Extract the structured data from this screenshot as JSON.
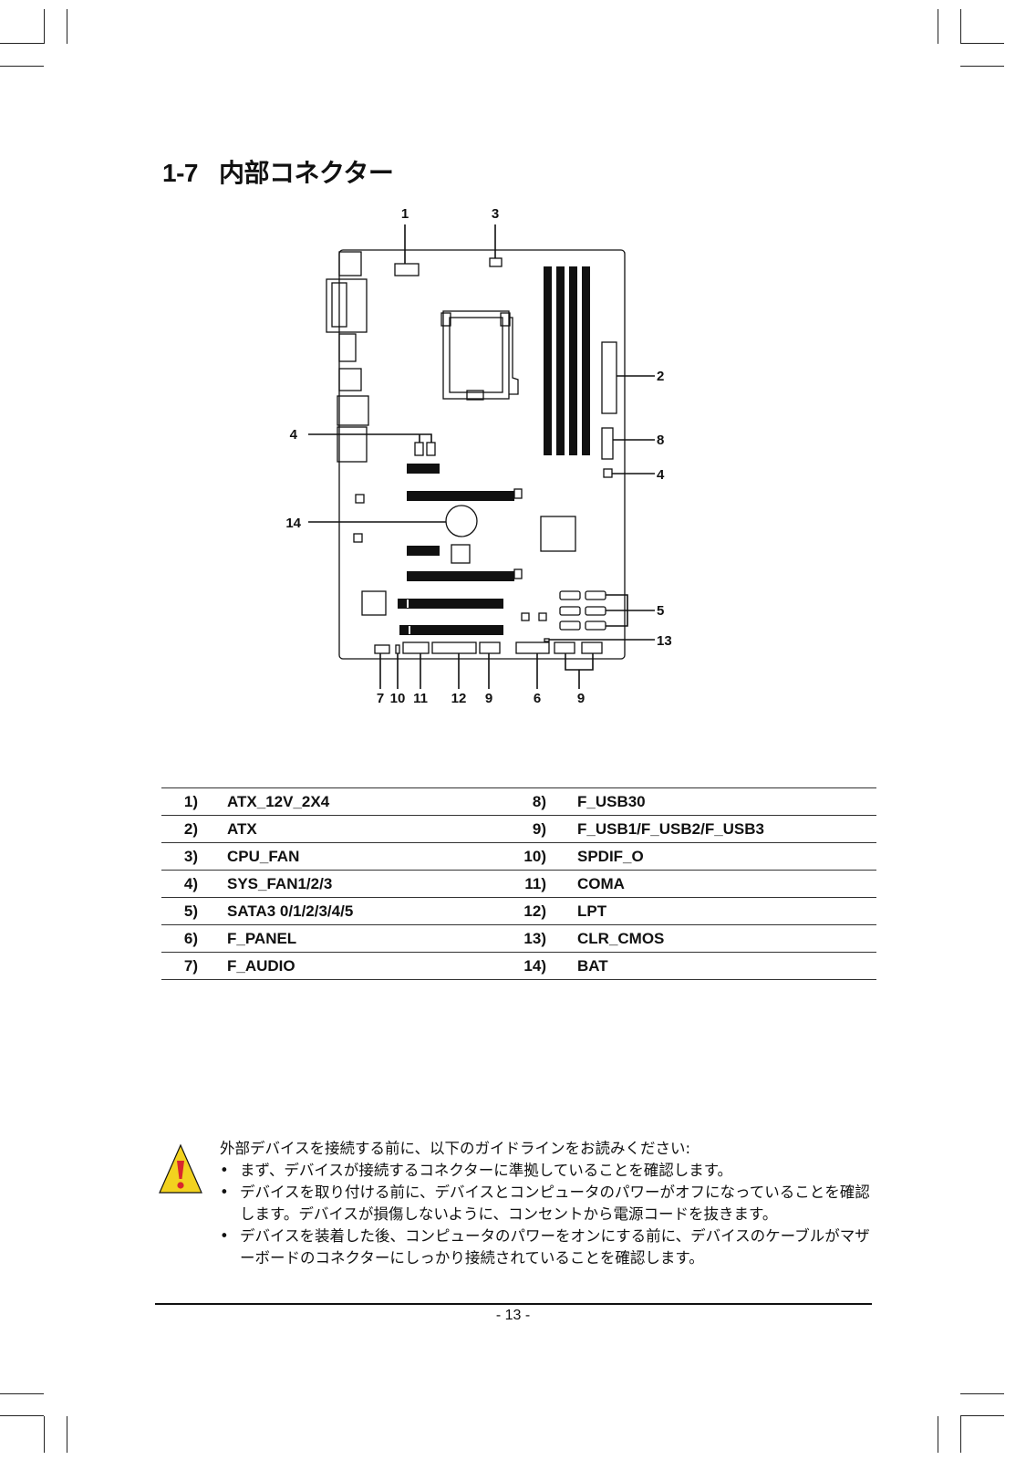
{
  "section": {
    "number": "1-7",
    "title": "内部コネクター"
  },
  "diagram": {
    "callouts": [
      "1",
      "3",
      "2",
      "8",
      "4",
      "4",
      "14",
      "5",
      "13",
      "7",
      "10",
      "11",
      "12",
      "9",
      "6",
      "9"
    ]
  },
  "connectors": [
    {
      "left_num": "1)",
      "left_name": "ATX_12V_2X4",
      "right_num": "8)",
      "right_name": "F_USB30"
    },
    {
      "left_num": "2)",
      "left_name": "ATX",
      "right_num": "9)",
      "right_name": "F_USB1/F_USB2/F_USB3"
    },
    {
      "left_num": "3)",
      "left_name": "CPU_FAN",
      "right_num": "10)",
      "right_name": "SPDIF_O"
    },
    {
      "left_num": "4)",
      "left_name": "SYS_FAN1/2/3",
      "right_num": "11)",
      "right_name": "COMA"
    },
    {
      "left_num": "5)",
      "left_name": "SATA3 0/1/2/3/4/5",
      "right_num": "12)",
      "right_name": "LPT"
    },
    {
      "left_num": "6)",
      "left_name": "F_PANEL",
      "right_num": "13)",
      "right_name": "CLR_CMOS"
    },
    {
      "left_num": "7)",
      "left_name": "F_AUDIO",
      "right_num": "14)",
      "right_name": "BAT"
    }
  ],
  "notice": {
    "intro": "外部デバイスを接続する前に、以下のガイドラインをお読みください:",
    "items": [
      "まず、デバイスが接続するコネクターに準拠していることを確認します。",
      "デバイスを取り付ける前に、デバイスとコンピュータのパワーがオフになっていることを確認します。デバイスが損傷しないように、コンセントから電源コードを抜きます。",
      "デバイスを装着した後、コンピュータのパワーをオンにする前に、デバイスのケーブルがマザーボードのコネクターにしっかり接続されていることを確認します。"
    ]
  },
  "colors": {
    "warning_fill": "#f2d21f",
    "warning_mark": "#d9262e"
  },
  "footer": {
    "page": "- 13 -"
  }
}
